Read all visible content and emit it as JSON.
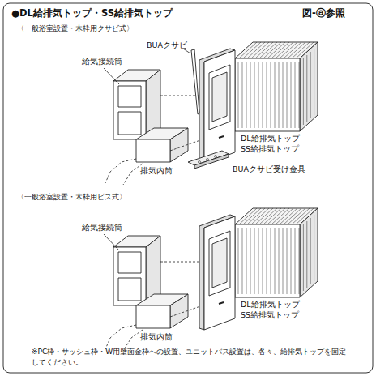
{
  "diagram": {
    "title": "●DL給排気トップ・SS給排気トップ",
    "labels": [
      "図-ⓐ参照",
      "〈一般浴室設置・木枠用クサビ式〉",
      "給気接続筒",
      "BUAクサビ",
      "DL給排気トップ",
      "SS給排気トップ",
      "BUAクサビ受け金具",
      "排気内筒",
      "〈一般浴室設置・木枠用ビス式〉",
      "給気接続筒",
      "DL給排気トップ",
      "SS給排気トップ",
      "排気内筒",
      "※PC枠・サッシュ枠・W用壁面金枠への設置、ユニットバス設置は、各々、給排気トップを固定してください。"
    ]
  }
}
